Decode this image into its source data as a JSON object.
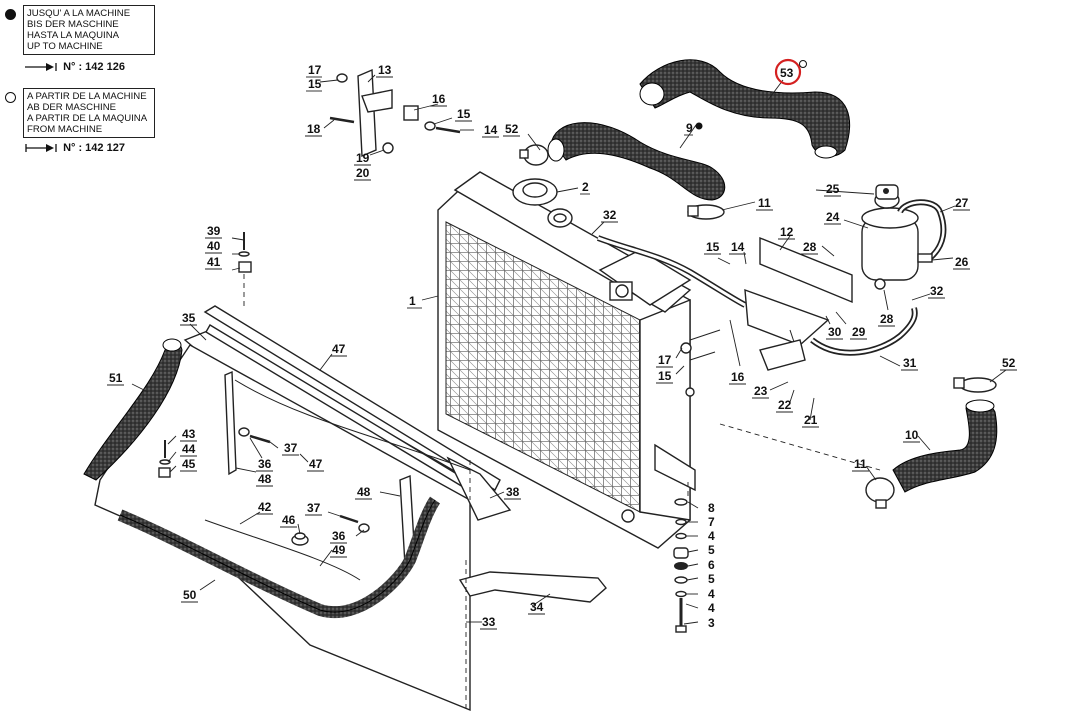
{
  "legend": {
    "until": {
      "lines": [
        "JUSQU' A LA MACHINE",
        "BIS DER MASCHINE",
        "HASTA LA MAQUINA",
        "UP TO MACHINE"
      ],
      "ref": "N° : 142 126",
      "marker": "filled-dot"
    },
    "from": {
      "lines": [
        "A PARTIR DE LA MACHINE",
        "AB DER MASCHINE",
        "A PARTIR DE LA MAQUINA",
        "FROM MACHINE"
      ],
      "ref": "N° : 142 127",
      "marker": "open-dot"
    }
  },
  "highlight": {
    "part": "53",
    "color": "#d42020"
  },
  "callouts": {
    "c1": "1",
    "c2": "2",
    "c3": "3",
    "c4a": "4",
    "c4b": "4",
    "c5a": "5",
    "c5b": "5",
    "c6": "6",
    "c7": "7",
    "c8": "8",
    "c9": "9",
    "c10": "10",
    "c11a": "11",
    "c11b": "11",
    "c12": "12",
    "c13": "13",
    "c14a": "14",
    "c14b": "14",
    "c15a": "15",
    "c15b": "15",
    "c15c": "15",
    "c15d": "15",
    "c16a": "16",
    "c16b": "16",
    "c17a": "17",
    "c17b": "17",
    "c18": "18",
    "c19": "19",
    "c20": "20",
    "c21": "21",
    "c22": "22",
    "c23": "23",
    "c24": "24",
    "c25": "25",
    "c26": "26",
    "c27": "27",
    "c28a": "28",
    "c28b": "28",
    "c29": "29",
    "c30": "30",
    "c31": "31",
    "c32a": "32",
    "c32b": "32",
    "c33": "33",
    "c34": "34",
    "c35": "35",
    "c36a": "36",
    "c36b": "36",
    "c37a": "37",
    "c37b": "37",
    "c38": "38",
    "c39": "39",
    "c40": "40",
    "c41": "41",
    "c42": "42",
    "c43": "43",
    "c44": "44",
    "c45": "45",
    "c46": "46",
    "c47a": "47",
    "c47b": "47",
    "c48a": "48",
    "c48b": "48",
    "c49": "49",
    "c50": "50",
    "c51": "51",
    "c52a": "52",
    "c52b": "52",
    "c53": "53"
  }
}
